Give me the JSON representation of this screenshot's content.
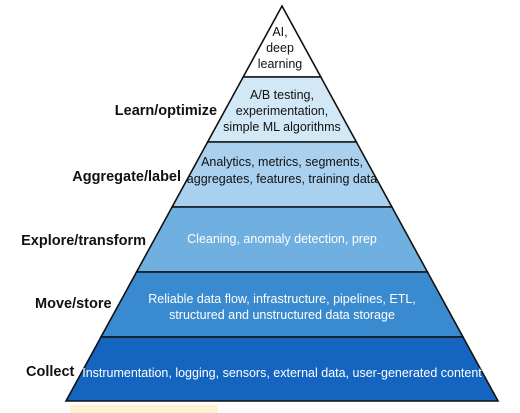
{
  "diagram": {
    "tiers": [
      {
        "side_label": "",
        "lines": [
          "AI,",
          "deep",
          "learning"
        ],
        "fill": "#ffffff",
        "text_color": "#111111"
      },
      {
        "side_label": "Learn/optimize",
        "lines": [
          "A/B testing,",
          "experimentation,",
          "simple ML algorithms"
        ],
        "fill": "#d3e8f7",
        "text_color": "#111111"
      },
      {
        "side_label": "Aggregate/label",
        "lines": [
          "Analytics, metrics, segments,",
          "aggregates, features, training data"
        ],
        "fill": "#a9d0ee",
        "text_color": "#111111"
      },
      {
        "side_label": "Explore/transform",
        "lines": [
          "Cleaning, anomaly detection, prep"
        ],
        "fill": "#6fb0e0",
        "text_color": "#ffffff"
      },
      {
        "side_label": "Move/store",
        "lines": [
          "Reliable data flow, infrastructure, pipelines, ETL,",
          "structured and unstructured data storage"
        ],
        "fill": "#3a8ad0",
        "text_color": "#ffffff"
      },
      {
        "side_label": "Collect",
        "lines": [
          "Instrumentation, logging, sensors, external data, user-generated content"
        ],
        "fill": "#1565c0",
        "text_color": "#ffffff"
      }
    ]
  }
}
